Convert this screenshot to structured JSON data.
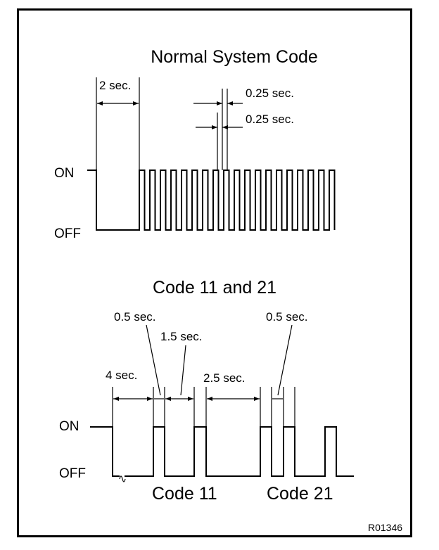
{
  "top": {
    "title": "Normal System Code",
    "on_label": "ON",
    "off_label": "OFF",
    "dim_2s": "2 sec.",
    "dim_025a": "0.25 sec.",
    "dim_025b": "0.25 sec."
  },
  "bottom": {
    "title": "Code 11 and 21",
    "on_label": "ON",
    "off_label": "OFF",
    "dim_05a": "0.5 sec.",
    "dim_15": "1.5 sec.",
    "dim_4": "4 sec.",
    "dim_25": "2.5 sec.",
    "dim_05b": "0.5 sec.",
    "code11": "Code 11",
    "code21": "Code 21"
  },
  "figure_id": "R01346"
}
